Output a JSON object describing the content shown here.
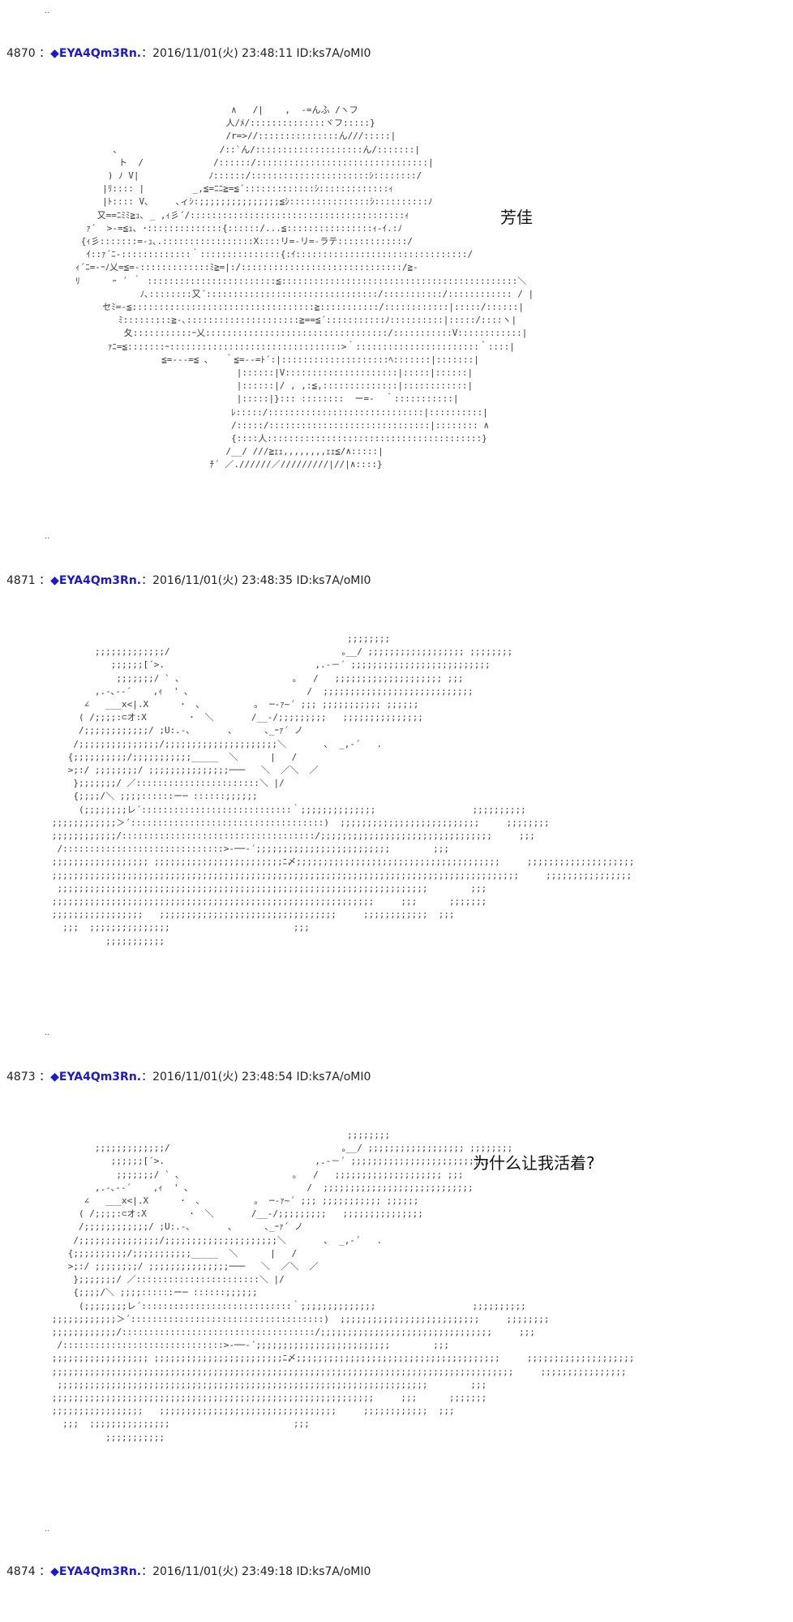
{
  "separator": "..",
  "posts": [
    {
      "number": "4870",
      "colon": "：",
      "diamond": "◆",
      "name": "EYA4Qm3Rn.",
      "meta": "：2016/11/01(火) 23:48:11 ID:ks7A/oMI0",
      "caption": "芳佳",
      "art": "                                  ∧   /|    ,  -=んふ /ヽフ\n                                 人/ﾒ/::::::::::::::ヾフ:::::}\n                                 /r=>//:::::::::::::::ん///:::::|\n            ､                   /::`ん/::::::::::::::::::::ん/:::::::|\n             ト  /             /::::::/::::::::::::::::::::::::::::::::|\n           ) ﾉ V|             ﾉ::::::/::::::::::::::::::::::ｼ::::::::/\n          |ﾘ:::: |         _,≦=ﾆﾆ≧=≦´:::::::::::::ｼ:::::::::::::ｨ\n          |ﾄ:::: V､     ､ィｼ:;;;;;;;;;;;;;;;≦ｼ:::::::::::::::ｼ::::::::::ﾉ\n         又==ﾆﾐﾐ≧ｭ､ _ ,ｨ彡´/::::::::::::::::::::::::::::::::::::::::ｨ\n       ｧ´  >-=≦ｭ､ ･::::::::::::::{::::::/...≦::::::::::::::::ｨ-ｲ.:ﾉ\n      {ｨ彡:::::::=-ｭ､.:::::::::::::::::X::::リ=-リ=-ラテ:::::::::::::/\n       ｲ::ｧ´ﾆ-:::::::::::::｀:::::::::::::::{:ｲ::::::::::::::::::::::::::::::::/\n     ｨ´ﾆ=-ｰﾉ乂=≦=-:::::::::::::ﾐ≧=|:/::::::::::::::::::::::::::::::/≧-\n     ﾘ      ｰ ´ ｀ ::::::::::::::::::::::::≦::::::::::::::::::::::::::::::::::::::::::::＼\n                 ﾉ､::::::::又´::::::::::::::::::::::::::::::::/:::::::::::/:::::::::::: / |\n          セﾐ=-≦::::::::::::::::::::::::::::::::::≧:::::::::::/::::::::::::|:::::/::::::|\n             ﾐ:::::::::≧-､:::::::::::::::::::::≧==≦´:::::::::::ﾉ::::::::::|:::::/::::ヽ|\n              夂:::::::::::ｰ乂::::::::::::::::::::::::::::::::::/:::::::::::V::::::::::::|\n           ｧﾆ=≦:::::::ｰ::::::::::::::::::::::::::::::::>｀:::::::::::::::::::::::｀::::|\n                     ≦=---=≦ ､   ｀≦=--=ﾄ´:|::::::::::::::::::::ﾍ:::::::|:::::::|\n                                   |::::::|V:::::::::::::::::::::|:::::|::::::|\n                                   |::::::|/ , ,:≦,::::::::::::::|::::::::::::|\n                                   |:::::|}::: ::::::::  ー=-  ｀:::::::::::|\n                                  ﾚ:::::/:::::::::::::::::::::::::::::|::::::::::|\n                                  /:::::/::::::::::::::::::::::::::::::|:::::::: ∧\n                                  {::::人::::::::::::::::::::::::::::::::::::::::}\n                                 /__/ ///≧ｪｪ,,,,,,,,ｪｪ≦/∧:::::|\n                              ﾁ´ ／.//////／/////////|//|∧::::}"
    },
    {
      "number": "4871",
      "colon": "：",
      "diamond": "◆",
      "name": "EYA4Qm3Rn.",
      "meta": "：2016/11/01(火) 23:48:35 ID:ks7A/oMI0",
      "caption": "",
      "art": "                                                          ;;;;;;;;\n           ;;;;;;;;;;;;;/                                ｡__/ ;;;;;;;;;;;;;;;;;; ;;;;;;;;\n              ;;;;;;[´>.                            ,.-－´ ;;;;;;;;;;;;;;;;;;;;;;;;;;\n               ;;;;;;;/ ` ､                     ｡   /   ;;;;;;;;;;;;;;;;;;;; ;;;\n           ,.-､-‐´    ,ｨ  ' ､                      /  ;;;;;;;;;;;;;;;;;;;;;;;;;;;;\n         ∠   ___x<|.X      ･  ､          ｡  ─-ｧ~´ ;;; ;;;;;;;;;;; ;;;;;;\n        ( /;;;;:⊂オ:X        ･  ＼       /__-/;;;;;;;;;   ;;;;;;;;;;;;;;;\n        /;;;;;;;;;;;;/ ;U:.-､       ､      ､_ｰｧ´ ノ\n       /;;;;;;;;;;;;;;;/;;;;;;;;;;;;;;;;;;;;;＼       ､  _,-´   .\n      {;;;;;;;;;;/;;;;;;;;;;;_____  ＼      |   /\n      >;:/ ;;;;;;;;/ ;;;;;;;;;;;;;;;───   ＼  ／＼  ／\n       };;;;;;;/ ／:::::::::::::::::::::::＼ |/\n       {;;;;/＼ ;;;;::::::ー─ ::::::;;;;;;\n        (;;;;;;;;レ´::::::::::::::::::::::::::::｀;;;;;;;;;;;;;;                  ;;;;;;;;;;\n   ;;;;;;;;;;;;＞´::::::::::::::::::::::::::::::::::::)  ;;;;;;;;;;;;;;;;;;;;;;;;;;     ;;;;;;;;\n   ;;;;;;;;;;;;/::::::::::::::::::::::::::::::::::::/;;;;;;;;;;;;;;;;;;;;;;;;;;;;;;;;     ;;;\n    /::::::::::::::::::::::::::::::>-──-´;;;;;;;;;;;;;;;;;;;;;;;;;        ;;;\n   ;;;;;;;;;;;;;;;;;; ;;;;;;;;;;;;;;;;;;;;;;;;ﾆ〆;;;;;;;;;;;;;;;;;;;;;;;;;;;;;;;;;;;;;;     ;;;;;;;;;;;;;;;;;;;;\n   ;;;;;;;;;;;;;;;;;;;;;;;;;;;;;;;;;;;;;;;;;;;;;;;;;;;;;;;;;;;;;;;;;;;;;;;;;;;;;;;;;;;;;;;     ;;;;;;;;;;;;;;;;\n    ;;;;;;;;;;;;;;;;;;;;;;;;;;;;;;;;;;;;;;;;;;;;;;;;;;;;;;;;;;;;;;;;;;;;;        ;;;\n   ;;;;;;;;;;;;;;;;;;;;;;;;;;;;;;;;;;;;;;;;;;;;;;;;;;;;;;;;;;;;     ;;;      ;;;;;;;\n   ;;;;;;;;;;;;;;;;;   ;;;;;;;;;;;;;;;;;;;;;;;;;;;;;;;;;     ;;;;;;;;;;;;  ;;;\n     ;;;  ;;;;;;;;;;;;;;;                       ;;;\n             ;;;;;;;;;;;"
    },
    {
      "number": "4873",
      "colon": "：",
      "diamond": "◆",
      "name": "EYA4Qm3Rn.",
      "meta": "：2016/11/01(火) 23:48:54 ID:ks7A/oMI0",
      "caption": "为什么让我活着?",
      "art": "                                                          ;;;;;;;;\n           ;;;;;;;;;;;;;/                                ｡__/ ;;;;;;;;;;;;;;;;;; ;;;;;;;;\n              ;;;;;;[´>.                            ,.-－´ ;;;;;;;;;;;;;;;;;;;;;;;;;;\n               ;;;;;;;/ ` ､                     ｡   /   ;;;;;;;;;;;;;;;;;;;; ;;;\n           ,.-､-‐´    ,ｨ  ' ､                      /  ;;;;;;;;;;;;;;;;;;;;;;;;;;;;\n         ∠   ___x<|.X      ･  ､          ｡  ─-ｧ~´ ;;; ;;;;;;;;;;; ;;;;;;\n        ( /;;;;:⊂オ:X        ･  ＼       /__-/;;;;;;;;;   ;;;;;;;;;;;;;;;\n        /;;;;;;;;;;;;/ ;U:.-､       ､      ､_ｰｧ´ ノ\n       /;;;;;;;;;;;;;;;/;;;;;;;;;;;;;;;;;;;;;＼       ､  _,-´   .\n      {;;;;;;;;;;/;;;;;;;;;;;_____  ＼      |   /\n      >;:/ ;;;;;;;;/ ;;;;;;;;;;;;;;;───   ＼  ／＼  ／\n       };;;;;;;/ ／:::::::::::::::::::::::＼ |/\n       {;;;;/＼ ;;;;::::::ー─ ::::::;;;;;;\n        (;;;;;;;;レ´::::::::::::::::::::::::::::｀;;;;;;;;;;;;;;                  ;;;;;;;;;;\n   ;;;;;;;;;;;;＞´::::::::::::::::::::::::::::::::::::)  ;;;;;;;;;;;;;;;;;;;;;;;;;;     ;;;;;;;;\n   ;;;;;;;;;;;;/::::::::::::::::::::::::::::::::::::/;;;;;;;;;;;;;;;;;;;;;;;;;;;;;;;;     ;;;\n    /::::::::::::::::::::::::::::::>-──-´;;;;;;;;;;;;;;;;;;;;;;;;;        ;;;\n   ;;;;;;;;;;;;;;;;;; ;;;;;;;;;;;;;;;;;;;;;;;;ﾆ〆;;;;;;;;;;;;;;;;;;;;;;;;;;;;;;;;;;;;;;     ;;;;;;;;;;;;;;;;;;;;\n   ;;;;;;;;;;;;;;;;;;;;;;;;;;;;;;;;;;;;;;;;;;;;;;;;;;;;;;;;;;;;;;;;;;;;;;;;;;;;;;;;;;;;;;     ;;;;;;;;;;;;;;;;\n    ;;;;;;;;;;;;;;;;;;;;;;;;;;;;;;;;;;;;;;;;;;;;;;;;;;;;;;;;;;;;;;;;;;;;;        ;;;\n   ;;;;;;;;;;;;;;;;;;;;;;;;;;;;;;;;;;;;;;;;;;;;;;;;;;;;;;;;;;;;     ;;;      ;;;;;;;\n   ;;;;;;;;;;;;;;;;;   ;;;;;;;;;;;;;;;;;;;;;;;;;;;;;;;;;     ;;;;;;;;;;;;  ;;;\n     ;;;  ;;;;;;;;;;;;;;;                       ;;;\n             ;;;;;;;;;;;"
    },
    {
      "number": "4874",
      "colon": "：",
      "diamond": "◆",
      "name": "EYA4Qm3Rn.",
      "meta": "：2016/11/01(火) 23:49:18 ID:ks7A/oMI0",
      "caption": "",
      "art": ""
    }
  ]
}
